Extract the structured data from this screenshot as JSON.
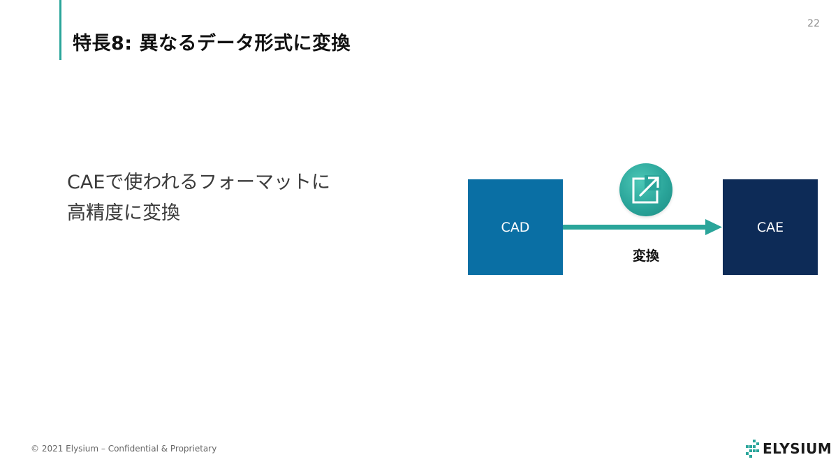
{
  "slide": {
    "title": "特長8: 異なるデータ形式に変換",
    "page_number": "22",
    "body_lines": [
      "CAEで使われるフォーマットに",
      "高精度に変換"
    ]
  },
  "diagram": {
    "source_label": "CAD",
    "target_label": "CAE",
    "arrow_label": "変換",
    "icon": "convert-arrow-icon"
  },
  "footer": {
    "copyright": "© 2021 Elysium – Confidential & Proprietary",
    "logo_text": "ELYSIUM"
  },
  "colors": {
    "accent": "#2aa59a",
    "cad_box": "#0a6fa4",
    "cae_box": "#0d2b57"
  }
}
